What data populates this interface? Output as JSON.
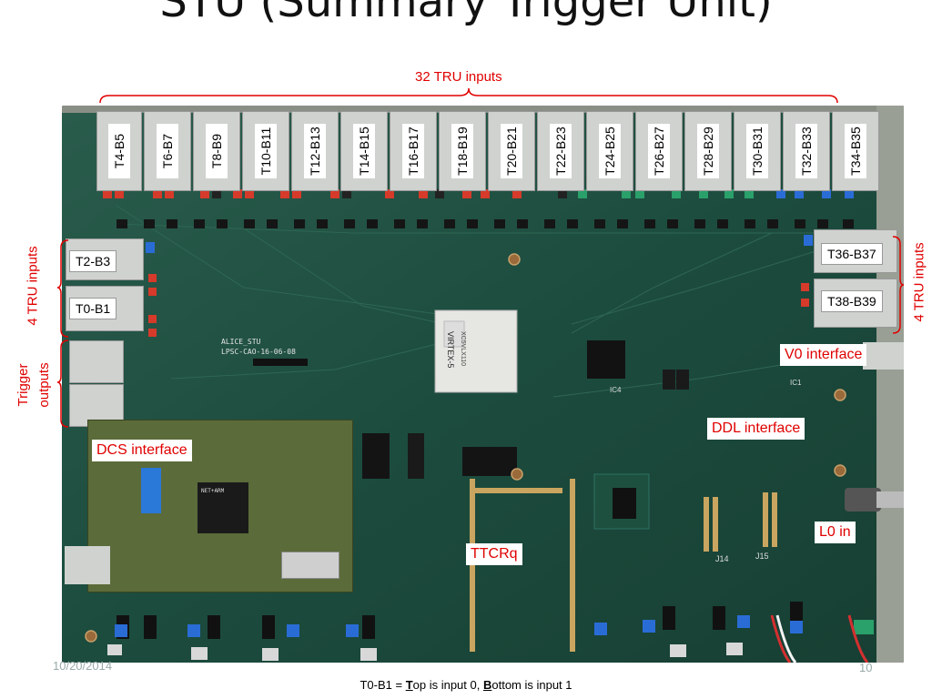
{
  "slide": {
    "title": "STU (Summary Trigger Unit)",
    "date": "10/20/2014",
    "page": "10",
    "footnote": {
      "p1": "T0-B1 = ",
      "b1": "T",
      "p2": "op is input 0, ",
      "b2": "B",
      "p3": "ottom is input 1"
    }
  },
  "annotations": {
    "top_group": "32 TRU inputs",
    "left_group": "4 TRU inputs",
    "right_group": "4 TRU inputs",
    "trigger_outputs": [
      "Trigger",
      "outputs"
    ],
    "v0": "V0 interface",
    "ddl": "DDL interface",
    "dcs": "DCS interface",
    "l0": "L0 in",
    "ttcrq": "TTCRq"
  },
  "ports": {
    "top": [
      "T4-B5",
      "T6-B7",
      "T8-B9",
      "T10-B11",
      "T12-B13",
      "T14-B15",
      "T16-B17",
      "T18-B19",
      "T20-B21",
      "T22-B23",
      "T24-B25",
      "T26-B27",
      "T28-B29",
      "T30-B31",
      "T32-B33",
      "T34-B35"
    ],
    "left": [
      "T2-B3",
      "T0-B1"
    ],
    "right": [
      "T36-B37",
      "T38-B39"
    ]
  },
  "board_silk": {
    "line1": "ALICE_STU",
    "line2": "LPSC-CAO-16-06-08",
    "fpga": "VIRTEX-5",
    "fpga_part": "XC5VLX110",
    "ic4": "IC4",
    "ic1": "IC1",
    "j14": "J14",
    "j15": "J15",
    "module_chip": "NET+ARM"
  },
  "colors": {
    "accent_red": "#e00000",
    "pcb_green": "#1d4e41",
    "connector_silver": "#c9ccc9"
  }
}
